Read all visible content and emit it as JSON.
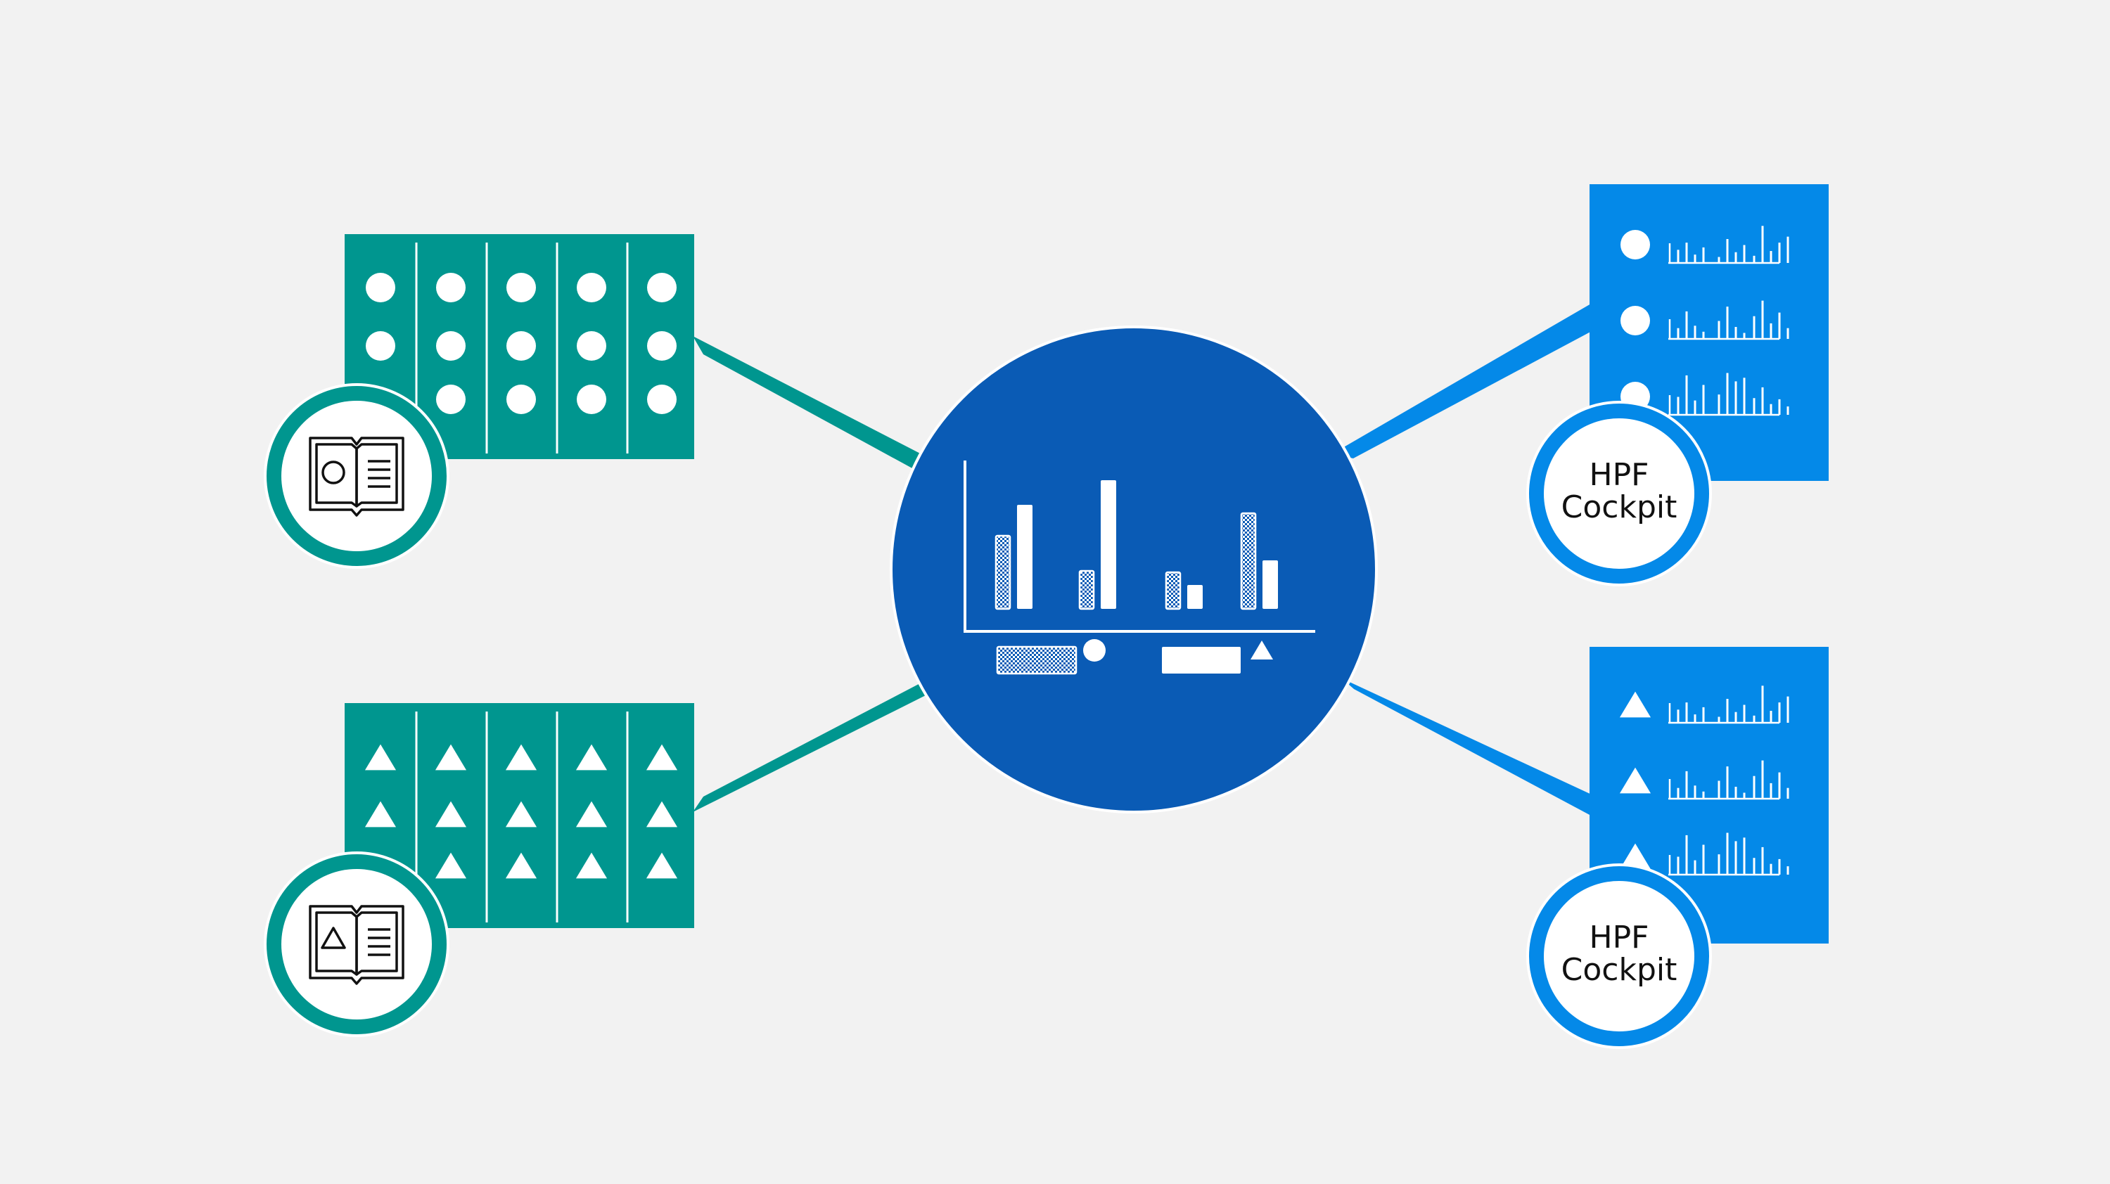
{
  "colors": {
    "background": "#f2f2f2",
    "source_teal": "#00968f",
    "hub_blue": "#0a5bb5",
    "output_blue": "#0489e8",
    "white": "#ffffff",
    "ink": "#111111"
  },
  "sources": [
    {
      "marker": "circle",
      "icon": "book-circle-icon"
    },
    {
      "marker": "triangle",
      "icon": "book-triangle-icon"
    }
  ],
  "hub": {
    "icon": "bar-chart-icon",
    "legend": [
      "circle",
      "triangle"
    ]
  },
  "outputs": [
    {
      "label_line1": "HPF",
      "label_line2": "Cockpit",
      "marker": "circle"
    },
    {
      "label_line1": "HPF",
      "label_line2": "Cockpit",
      "marker": "triangle"
    }
  ]
}
